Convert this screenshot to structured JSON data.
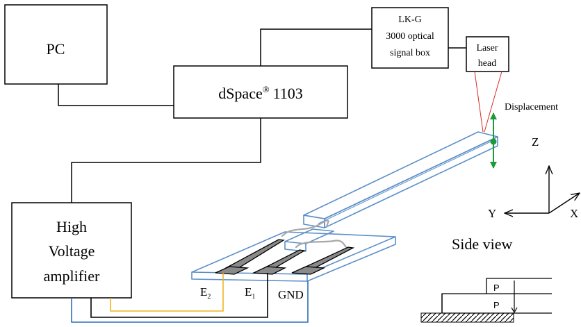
{
  "boxes": {
    "pc": "PC",
    "dspace": "dSpace",
    "dspace_mark": "®",
    "dspace_model": "1103",
    "lkg": [
      "LK-G",
      "3000 optical",
      "signal box"
    ],
    "laser": [
      "Laser",
      "head"
    ],
    "hv": [
      "High",
      "Voltage",
      "amplifier"
    ]
  },
  "labels": {
    "displacement": "Displacement",
    "axis_z": "Z",
    "axis_y": "Y",
    "axis_x": "X",
    "side_view": "Side view",
    "layer_top": "P",
    "layer_bottom": "P",
    "e2_main": "E",
    "e2_sub": "2",
    "e1_main": "E",
    "e1_sub": "1",
    "gnd": "GND"
  },
  "colors": {
    "cantilever": "#5b8fc9",
    "laser_beam": "#d92b2b",
    "motion_arrow": "#1a9a3a",
    "wire_e2": "#f2b320",
    "wire_ground": "#2e6fb7",
    "bond_wire": "#a8a8a8"
  }
}
